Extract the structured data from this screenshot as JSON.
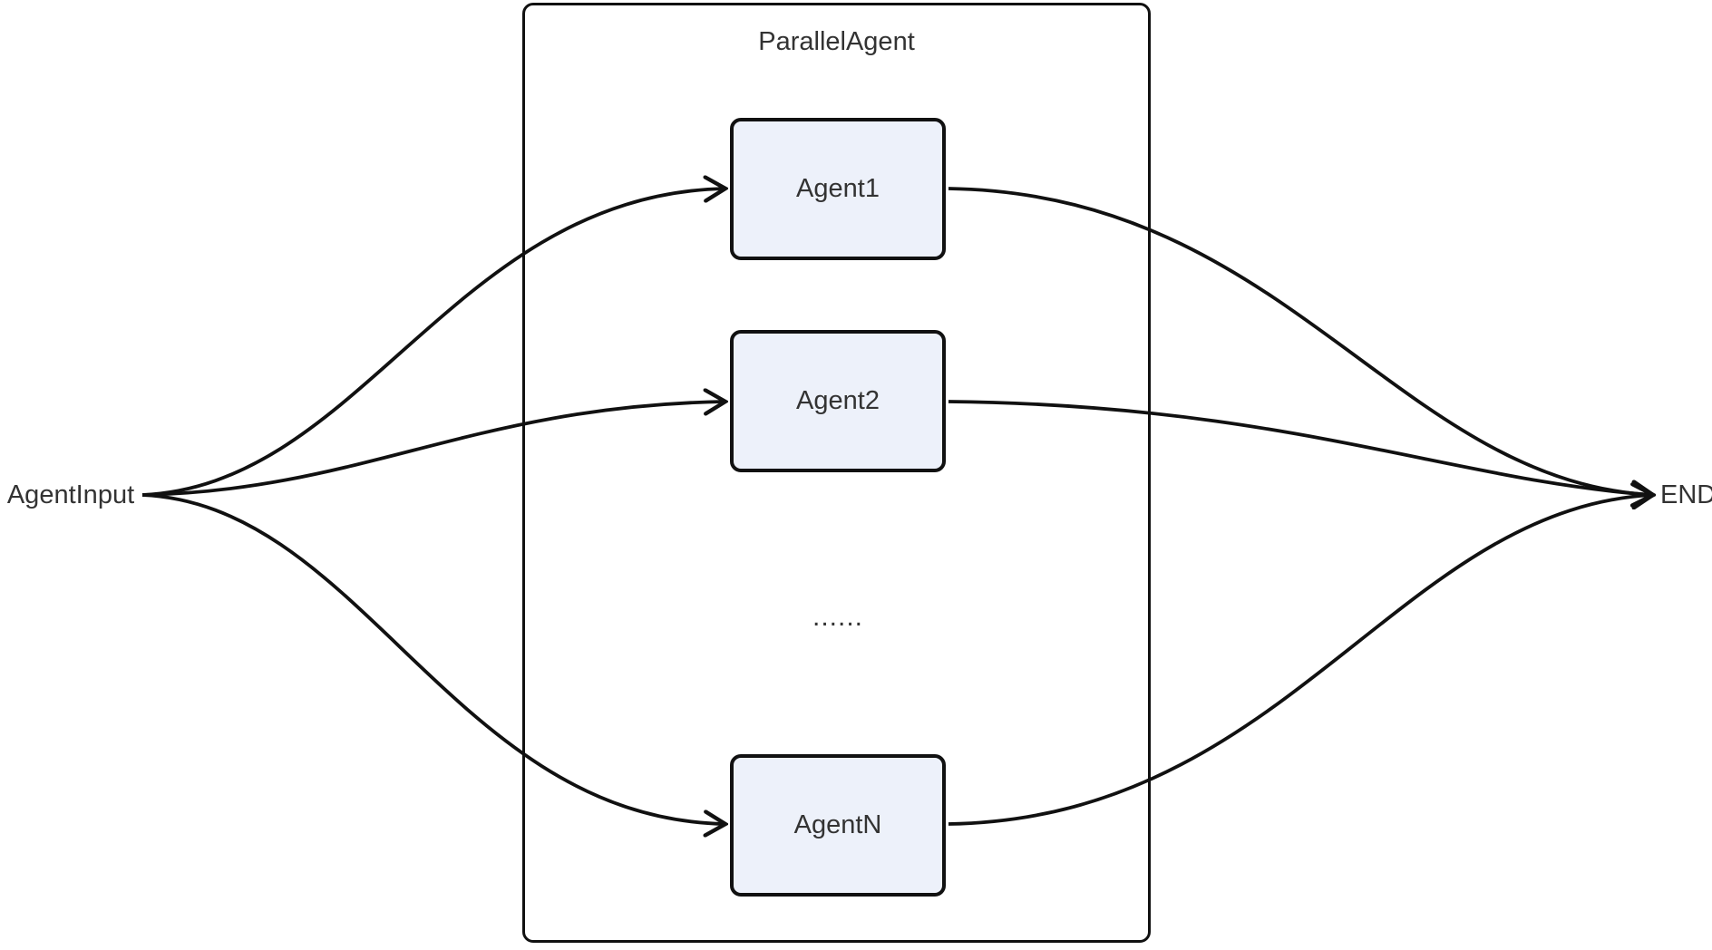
{
  "diagram": {
    "title": "ParallelAgent",
    "input": {
      "label": "AgentInput"
    },
    "end": {
      "label": "END"
    },
    "agents": [
      {
        "label": "Agent1"
      },
      {
        "label": "Agent2"
      },
      {
        "label": "AgentN"
      }
    ],
    "ellipsis": "......",
    "edges": [
      {
        "from": "AgentInput",
        "to": "Agent1"
      },
      {
        "from": "AgentInput",
        "to": "Agent2"
      },
      {
        "from": "AgentInput",
        "to": "AgentN"
      },
      {
        "from": "Agent1",
        "to": "END"
      },
      {
        "from": "Agent2",
        "to": "END"
      },
      {
        "from": "AgentN",
        "to": "END"
      }
    ],
    "colors": {
      "node_fill": "#EDF1FA",
      "stroke": "#111111",
      "text": "#333333",
      "background": "#FFFFFF"
    }
  }
}
